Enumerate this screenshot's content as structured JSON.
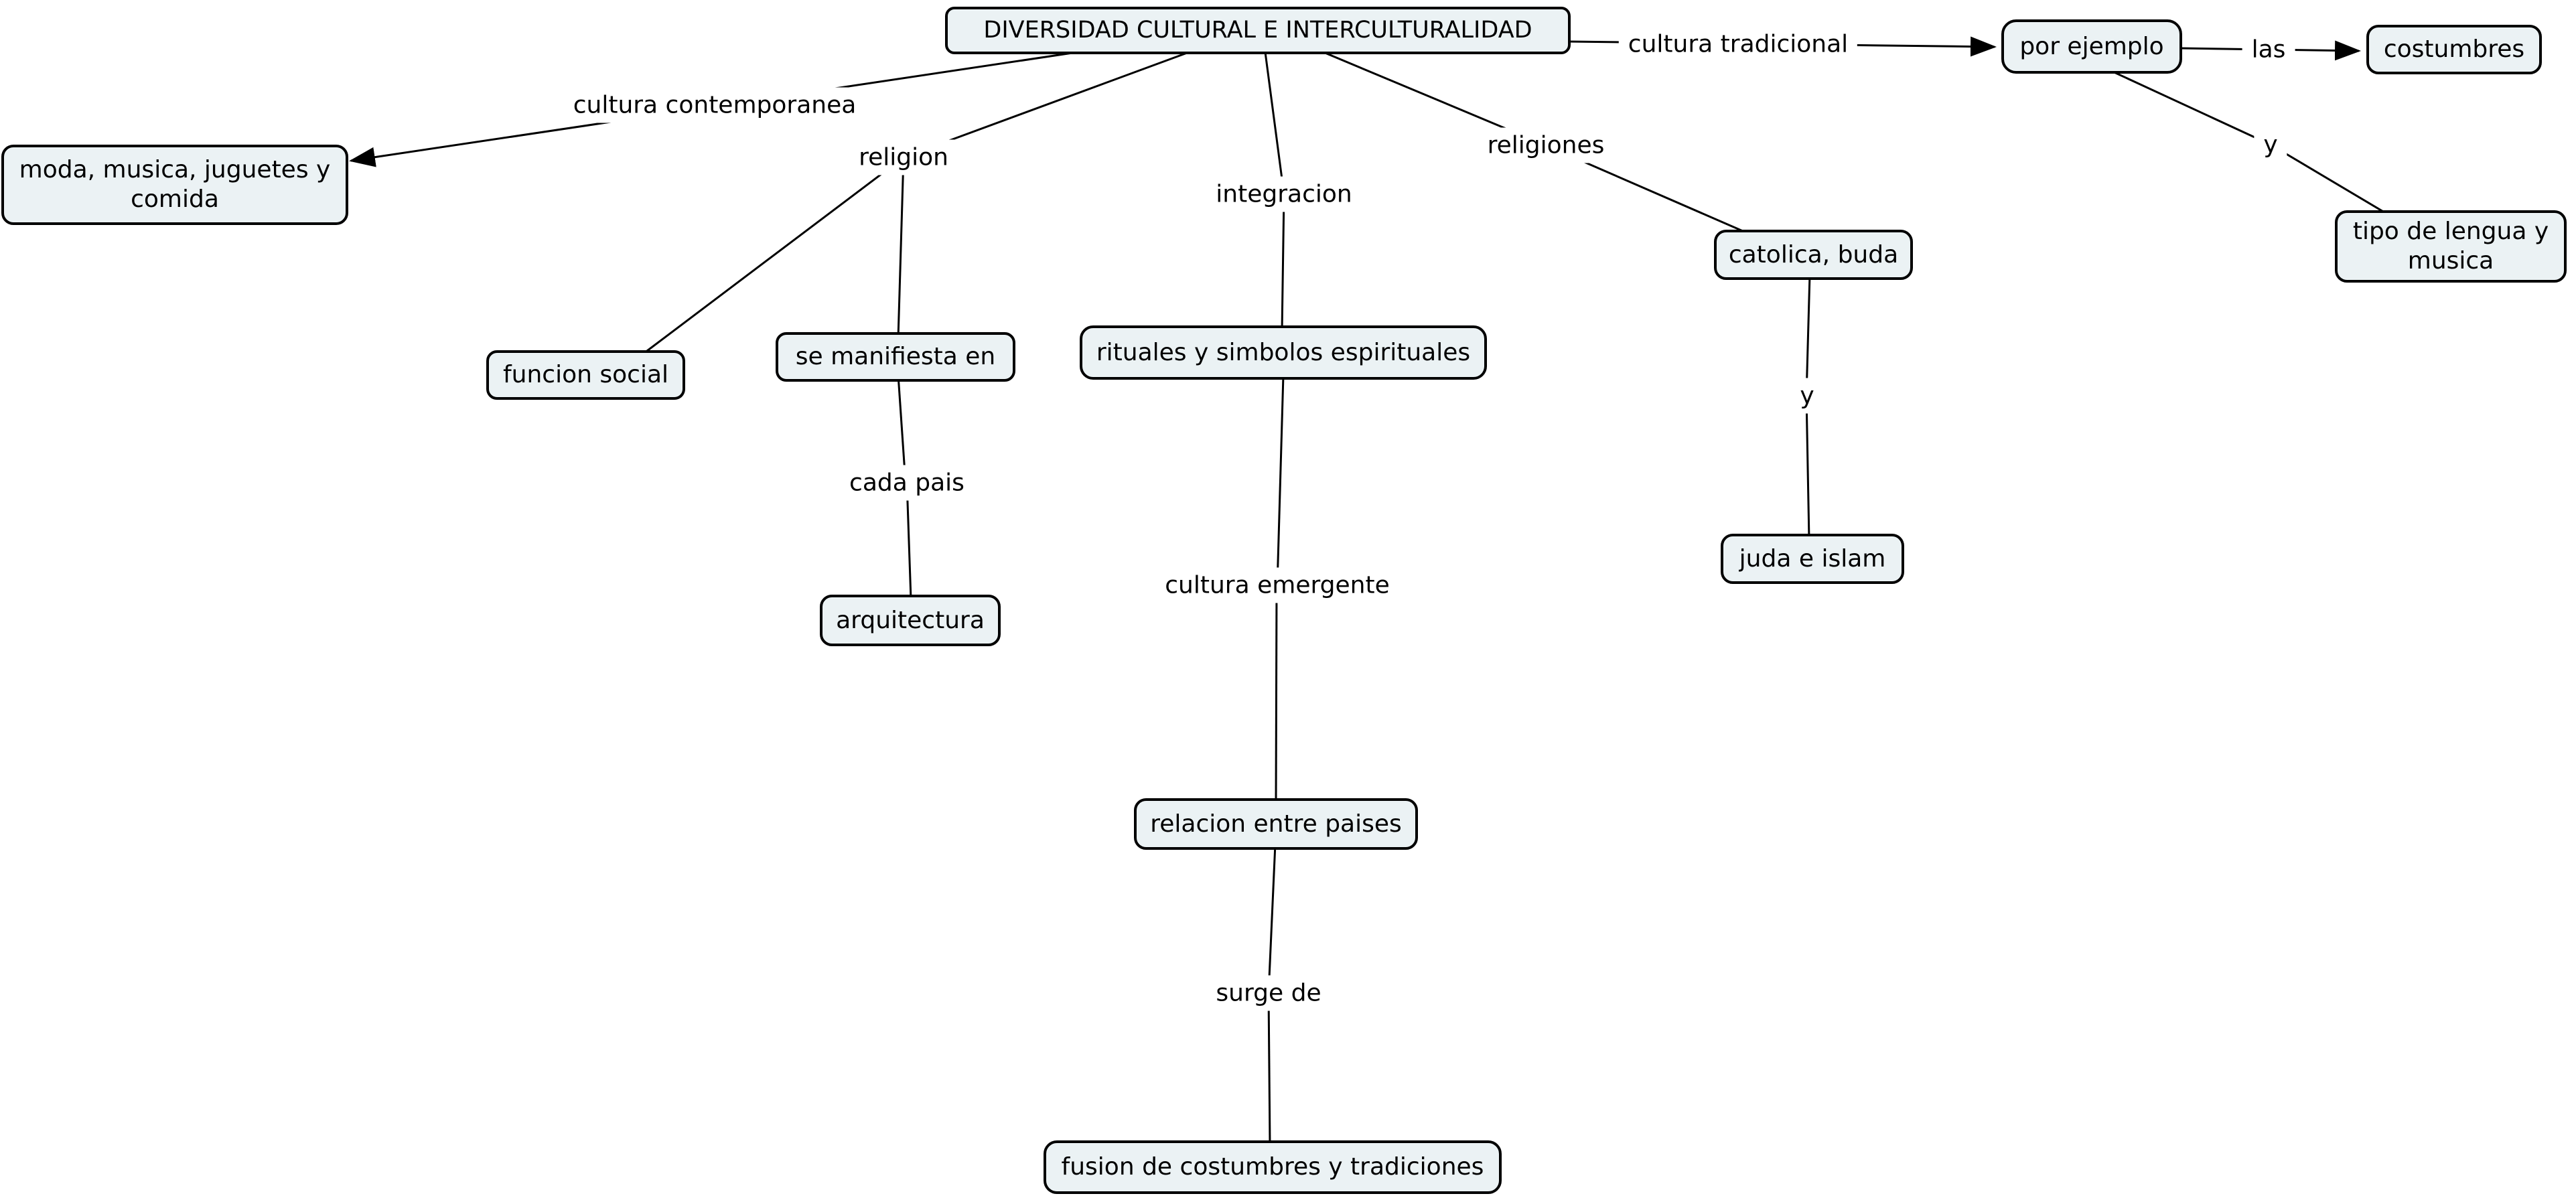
{
  "diagram": {
    "background_color": "#ffffff",
    "node_fill_color": "#ebf2f4",
    "node_border_color": "#000000",
    "line_color": "#000000"
  },
  "nodes": {
    "title": {
      "label": "DIVERSIDAD CULTURAL E INTERCULTURALIDAD"
    },
    "moda": {
      "label": "moda, musica, juguetes y comida"
    },
    "funcion_social": {
      "label": "funcion social"
    },
    "se_manifiesta": {
      "label": "se manifiesta en"
    },
    "arquitectura": {
      "label": "arquitectura"
    },
    "rituales": {
      "label": "rituales y simbolos espirituales"
    },
    "relacion": {
      "label": "relacion entre paises"
    },
    "fusion": {
      "label": "fusion de costumbres y tradiciones"
    },
    "catolica": {
      "label": "catolica, buda"
    },
    "juda": {
      "label": "juda e islam"
    },
    "por_ejemplo": {
      "label": "por ejemplo"
    },
    "costumbres": {
      "label": "costumbres"
    },
    "tipo_lengua": {
      "label": "tipo de lengua y musica"
    }
  },
  "link_labels": {
    "cultura_contemporanea": "cultura contemporanea",
    "religion": "religion",
    "cada_pais": "cada pais",
    "integracion": "integracion",
    "cultura_emergente": "cultura emergente",
    "surge_de": "surge de",
    "religiones": "religiones",
    "y_religiones": "y",
    "cultura_tradicional": "cultura tradicional",
    "las": "las",
    "y_por_ejemplo": "y"
  },
  "edges": [
    {
      "from": "DIVERSIDAD CULTURAL E INTERCULTURALIDAD",
      "label": "cultura contemporanea",
      "to": "moda, musica, juguetes y comida",
      "arrow": true
    },
    {
      "from": "DIVERSIDAD CULTURAL E INTERCULTURALIDAD",
      "label": "religion",
      "to": "funcion social",
      "arrow": false
    },
    {
      "from": "DIVERSIDAD CULTURAL E INTERCULTURALIDAD",
      "label": "religion",
      "to": "se manifiesta en",
      "arrow": false
    },
    {
      "from": "se manifiesta en",
      "label": "cada pais",
      "to": "arquitectura",
      "arrow": false
    },
    {
      "from": "DIVERSIDAD CULTURAL E INTERCULTURALIDAD",
      "label": "integracion",
      "to": "rituales y simbolos espirituales",
      "arrow": false
    },
    {
      "from": "rituales y simbolos espirituales",
      "label": "cultura emergente",
      "to": "relacion entre paises",
      "arrow": false
    },
    {
      "from": "relacion entre paises",
      "label": "surge de",
      "to": "fusion de costumbres y tradiciones",
      "arrow": false
    },
    {
      "from": "DIVERSIDAD CULTURAL E INTERCULTURALIDAD",
      "label": "religiones",
      "to": "catolica, buda",
      "arrow": false
    },
    {
      "from": "catolica, buda",
      "label": "y",
      "to": "juda e islam",
      "arrow": false
    },
    {
      "from": "DIVERSIDAD CULTURAL E INTERCULTURALIDAD",
      "label": "cultura tradicional",
      "to": "por ejemplo",
      "arrow": true
    },
    {
      "from": "por ejemplo",
      "label": "las",
      "to": "costumbres",
      "arrow": true
    },
    {
      "from": "por ejemplo",
      "label": "y",
      "to": "tipo de lengua y musica",
      "arrow": false
    }
  ]
}
